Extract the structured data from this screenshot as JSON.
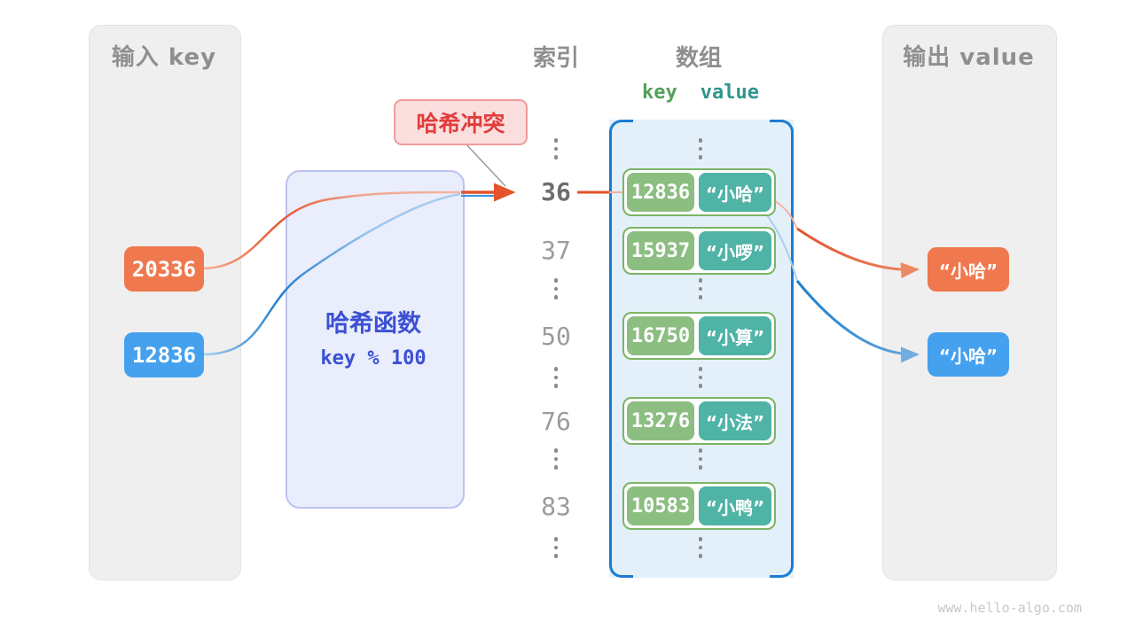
{
  "page": {
    "watermark": "www.hello-algo.com"
  },
  "input_panel": {
    "title": "输入 key",
    "keys": [
      "20336",
      "12836"
    ]
  },
  "output_panel": {
    "title": "输出 value",
    "values": [
      "“小哈”",
      "“小哈”"
    ]
  },
  "hash_function": {
    "name": "哈希函数",
    "formula": "key % 100"
  },
  "collision_label": {
    "text": "哈希冲突"
  },
  "index_column": {
    "title": "索引",
    "ellipsis": "⋮",
    "indices": [
      "36",
      "37",
      "50",
      "76",
      "83"
    ]
  },
  "array": {
    "title": "数组",
    "key_header": "key",
    "value_header": "value",
    "ellipsis": "⋮",
    "rows": [
      {
        "key": "12836",
        "value": "“小哈”"
      },
      {
        "key": "15937",
        "value": "“小啰”"
      },
      {
        "key": "16750",
        "value": "“小算”"
      },
      {
        "key": "13276",
        "value": "“小法”"
      },
      {
        "key": "10583",
        "value": "“小鸭”"
      }
    ]
  },
  "colors": {
    "key_orange": "#F0784E",
    "key_blue": "#45A1EE",
    "array_key_green": "#8CBE82",
    "array_value_teal": "#4FB3A6",
    "row_border_green": "#7CB465",
    "array_bracket_blue": "#1B7CD0",
    "hash_text_blue": "#3C50D4",
    "collision_red": "#E23C3C",
    "arrow_orange": "#E4532A",
    "arrow_blue": "#1E7ECD"
  }
}
